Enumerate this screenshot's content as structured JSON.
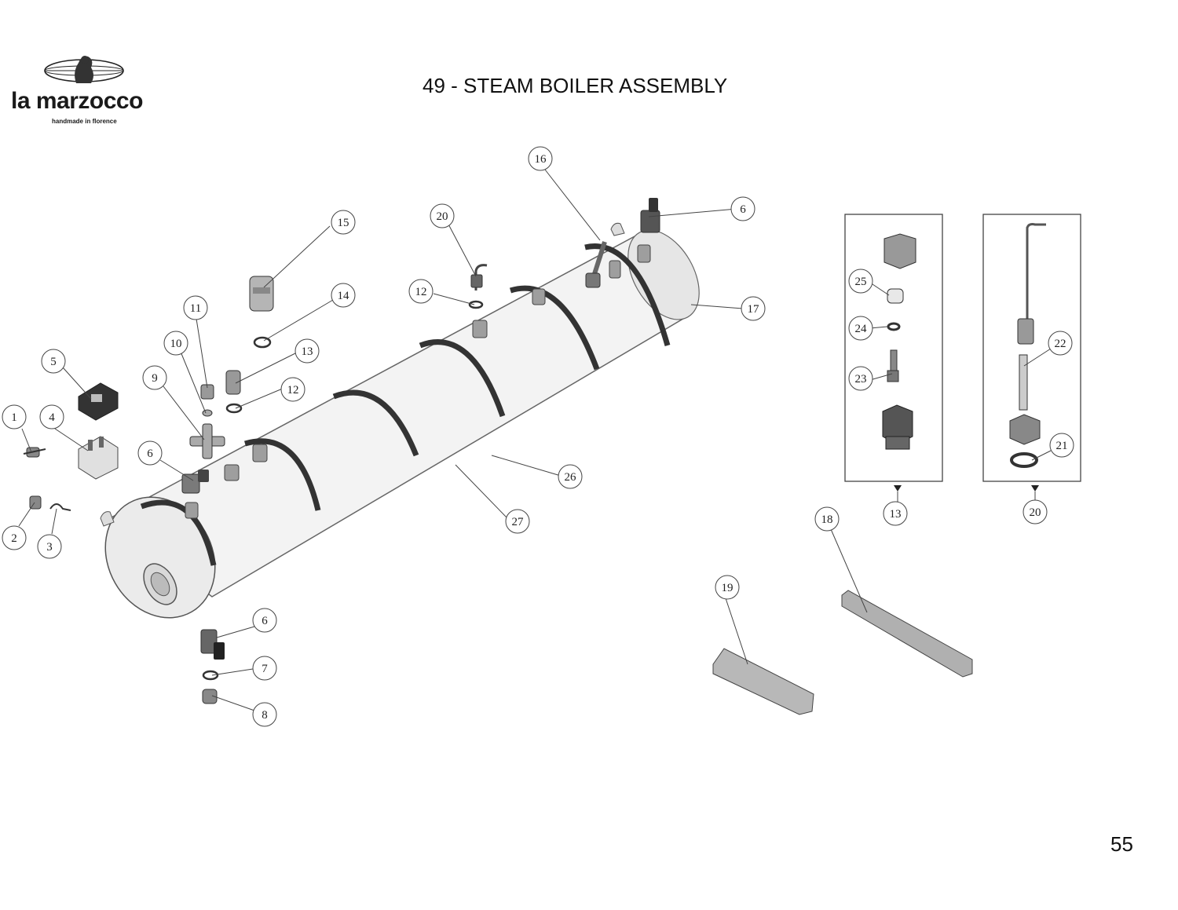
{
  "brand": {
    "name": "la marzocco",
    "tagline": "handmade in florence",
    "logo_icon": "lion-globe-logo"
  },
  "title": "49 - STEAM BOILER ASSEMBLY",
  "page_number": "55",
  "callouts": {
    "c1": "1",
    "c2": "2",
    "c3": "3",
    "c4": "4",
    "c5": "5",
    "c6a": "6",
    "c6b": "6",
    "c6c": "6",
    "c7": "7",
    "c8": "8",
    "c9": "9",
    "c10": "10",
    "c11": "11",
    "c12a": "12",
    "c12b": "12",
    "c13a": "13",
    "c13b": "13",
    "c14": "14",
    "c15": "15",
    "c16": "16",
    "c17": "17",
    "c18": "18",
    "c19": "19",
    "c20a": "20",
    "c20b": "20",
    "c21": "21",
    "c22": "22",
    "c23": "23",
    "c24": "24",
    "c25": "25",
    "c26": "26",
    "c27": "27"
  },
  "colors": {
    "line": "#444444",
    "part": "#9a9a9a",
    "body": "#f2f2f2",
    "band": "#333333"
  }
}
